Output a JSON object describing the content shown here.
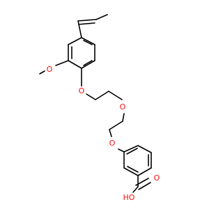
{
  "colors": {
    "bond": "#000000",
    "oxygen": "#ff0d0d",
    "background": "#ffffff"
  },
  "atoms": [
    {
      "id": "o_methoxy",
      "element": "O",
      "text": "O"
    },
    {
      "id": "o_ether1",
      "element": "O",
      "text": "O"
    },
    {
      "id": "o_ether2",
      "element": "O",
      "text": "O"
    },
    {
      "id": "o_ether3",
      "element": "O",
      "text": "O"
    },
    {
      "id": "o_carbonyl",
      "element": "O",
      "text": "O"
    },
    {
      "id": "o_hydroxyl",
      "element": "O",
      "text": "HO"
    }
  ]
}
